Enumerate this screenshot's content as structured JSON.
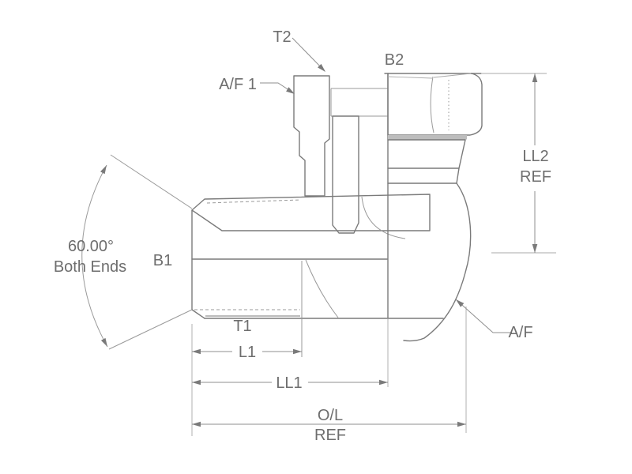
{
  "page": {
    "description": "Half-section technical drawing of a 90-degree swivel elbow pipe adapter with dimension callouts",
    "background": "#ffffff"
  },
  "colors": {
    "line": "#7a7a7a",
    "extension_line": "#aaaaaa",
    "dimension_line": "#8f8f8f",
    "hatch": "#8f8f8f",
    "text": "#6e6e6e",
    "washer_band": "#bdbdbd"
  },
  "labels": {
    "t2": "T2",
    "b2": "B2",
    "af1": "A/F 1",
    "b1": "B1",
    "t1": "T1",
    "af": "A/F"
  },
  "dimensions": {
    "angle": {
      "value": "60.00°",
      "qualifier": "Both Ends"
    },
    "l1": "L1",
    "ll1": "LL1",
    "ll2": {
      "label": "LL2",
      "suffix": "REF"
    },
    "ol": {
      "label": "O/L",
      "suffix": "REF"
    }
  }
}
